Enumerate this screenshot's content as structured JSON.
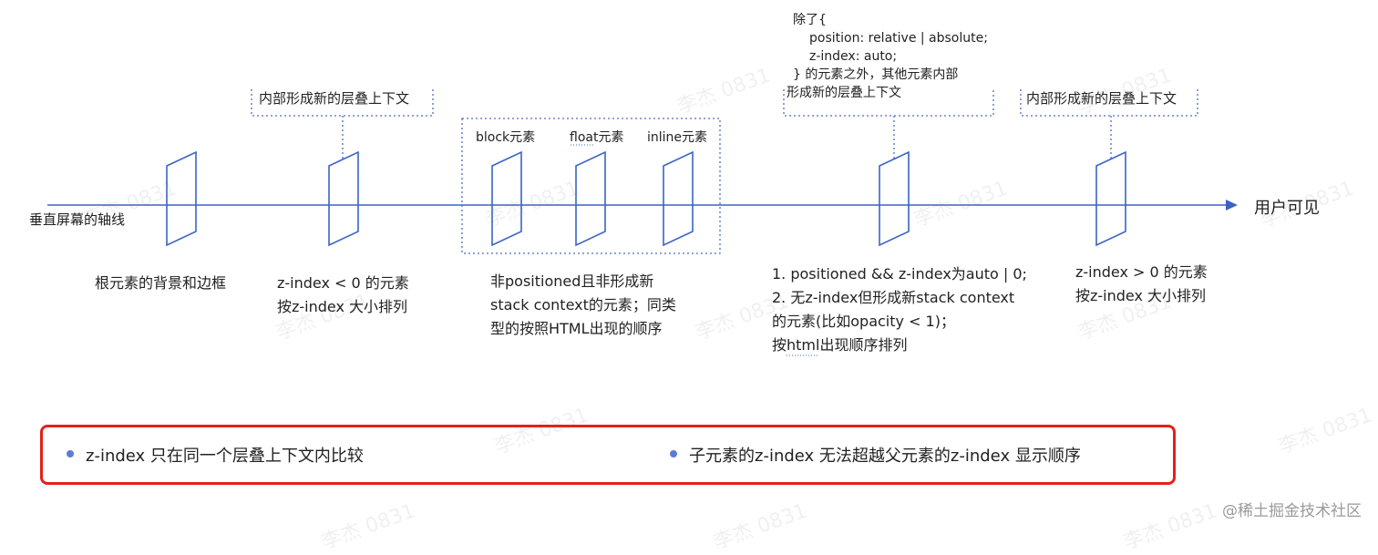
{
  "axis": {
    "label": "垂直屏幕的轴线",
    "end_label": "用户可见"
  },
  "nodes": {
    "root": {
      "caption": "根元素的背景和边框"
    },
    "negative": {
      "note": "内部形成新的层叠上下文",
      "caption": [
        "z-index < 0 的元素",
        "按z-index 大小排列"
      ]
    },
    "non_positioned": {
      "labels": [
        "block元素",
        "float元素",
        "inline元素"
      ],
      "caption": [
        "非positioned且非形成新",
        "stack context的元素；同类",
        "型的按照HTML出现的顺序"
      ]
    },
    "zero": {
      "note": [
        "除了{",
        "position: relative | absolute;",
        "z-index: auto;",
        "} 的元素之外，其他元素内部",
        "形成新的层叠上下文"
      ],
      "caption": [
        "1. positioned && z-index为auto | 0;",
        "2. 无z-index但形成新stack context",
        "的元素(比如opacity < 1)；",
        "按html出现顺序排列"
      ]
    },
    "positive": {
      "note": "内部形成新的层叠上下文",
      "caption": [
        "z-index > 0 的元素",
        "按z-index 大小排列"
      ]
    }
  },
  "legend": {
    "items": [
      "z-index  只在同一个层叠上下文内比较",
      "子元素的z-index 无法超越父元素的z-index 显示顺序"
    ]
  },
  "watermark": "李杰 0831",
  "credit": "@稀土掘金技术社区",
  "colors": {
    "axis": "#3a64c4",
    "note_border": "#4a6fbf",
    "legend_border": "#e3221b",
    "bullet": "#5b7bd5"
  }
}
